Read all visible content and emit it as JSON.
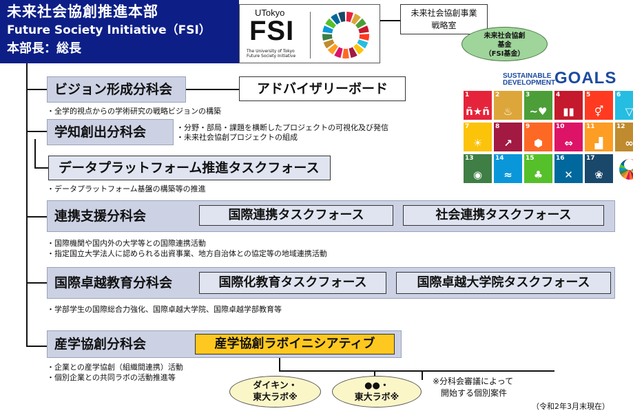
{
  "header": {
    "title_ja": "未来社会協創推進本部",
    "title_en": "Future Society Initiative（FSI）",
    "head": "本部長：総長"
  },
  "logo": {
    "small_text": "UTokyo",
    "big_text": "FSI",
    "sub_text": "The University of Tokyo Future Society Initiative"
  },
  "strategy_office": "未来社会協創事業\n戦略室",
  "fund": "未来社会協創\n基金\n（FSI基金）",
  "vision": {
    "committee": "ビジョン形成分科会",
    "board": "アドバイザリーボード",
    "desc": "・全学的視点からの学術研究の戦略ビジョンの構築"
  },
  "knowledge": {
    "committee": "学知創出分科会",
    "desc1": "・分野・部局・課題を横断したプロジェクトの可視化及び発信",
    "desc2": "・未来社会協創プロジェクトの組成"
  },
  "data_platform": {
    "taskforce": "データプラットフォーム推進タスクフォース",
    "desc": "・データプラットフォーム基盤の構築等の推進"
  },
  "cooperation": {
    "committee": "連携支援分科会",
    "tf1": "国際連携タスクフォース",
    "tf2": "社会連携タスクフォース",
    "desc1": "・国際機関や国内外の大学等との国際連携活動",
    "desc2": "・指定国立大学法人に認められる出資事業、地方自治体との協定等の地域連携活動"
  },
  "education": {
    "committee": "国際卓越教育分科会",
    "tf1": "国際化教育タスクフォース",
    "tf2": "国際卓越大学院タスクフォース",
    "desc": "・学部学生の国際総合力強化、国際卓越大学院、国際卓越学部教育等"
  },
  "industry": {
    "committee": "産学協創分科会",
    "lab": "産学協創ラボイニシアティブ",
    "desc1": "・企業との産学協創（組織間連携）活動",
    "desc2": "・個別企業との共同ラボの活動推進等"
  },
  "labs": {
    "lab1": "ダイキン・\n東大ラボ※",
    "lab2": "●●・\n東大ラボ※",
    "note": "※分科会審議によって\n　開始する個別案件",
    "date": "（令和2年3月末現在）"
  },
  "sdg": {
    "title_line1": "SUSTAINABLE",
    "title_line2": "DEVELOPMENT",
    "goals_word": "GOALS",
    "tiles": [
      {
        "num": "1",
        "color": "#e5243b",
        "icon": "ñ★ñ"
      },
      {
        "num": "2",
        "color": "#dda63a",
        "icon": "♨"
      },
      {
        "num": "3",
        "color": "#4c9f38",
        "icon": "~♥"
      },
      {
        "num": "4",
        "color": "#c5192d",
        "icon": "▮▮"
      },
      {
        "num": "5",
        "color": "#ff3a21",
        "icon": "⚥"
      },
      {
        "num": "6",
        "color": "#26bde2",
        "icon": "▽"
      },
      {
        "num": "7",
        "color": "#fcc30b",
        "icon": "☀"
      },
      {
        "num": "8",
        "color": "#a21942",
        "icon": "↗"
      },
      {
        "num": "9",
        "color": "#fd6925",
        "icon": "⬢"
      },
      {
        "num": "10",
        "color": "#dd1367",
        "icon": "⇔"
      },
      {
        "num": "11",
        "color": "#fd9d24",
        "icon": "▟"
      },
      {
        "num": "12",
        "color": "#bf8b2e",
        "icon": "∞"
      },
      {
        "num": "13",
        "color": "#3f7e44",
        "icon": "◉"
      },
      {
        "num": "14",
        "color": "#0a97d9",
        "icon": "≈"
      },
      {
        "num": "15",
        "color": "#56c02b",
        "icon": "♣"
      },
      {
        "num": "16",
        "color": "#00689d",
        "icon": "✕"
      },
      {
        "num": "17",
        "color": "#19486a",
        "icon": "❀"
      }
    ]
  }
}
